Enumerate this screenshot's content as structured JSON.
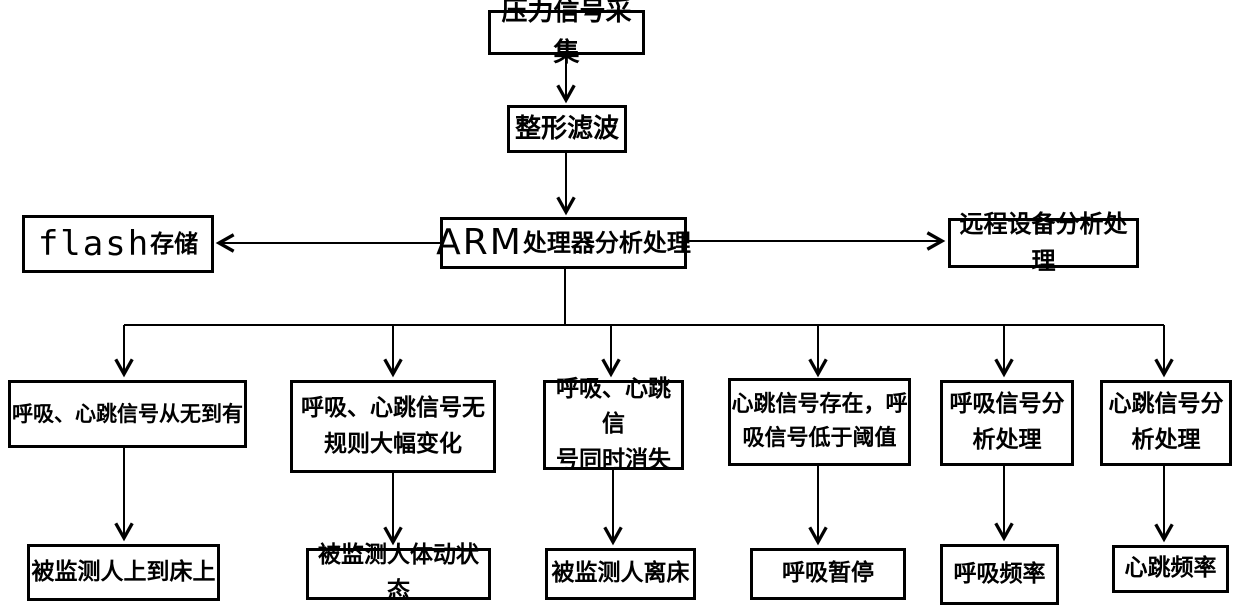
{
  "colors": {
    "background": "#ffffff",
    "line": "#000000",
    "box_border": "#000000",
    "text": "#000000"
  },
  "nodes": {
    "pressure": {
      "label": "压力信号采集"
    },
    "filter": {
      "label": "整形滤波"
    },
    "arm": {
      "latin": "ARM",
      "cn": "处理器分析处理"
    },
    "flash": {
      "latin": "flash",
      "cn": "存储"
    },
    "remote": {
      "label": "远程设备分析处理"
    },
    "signal_appear": {
      "label": "呼吸、心跳信号从无到有"
    },
    "irregular_change": {
      "line1": "呼吸、心跳信号无",
      "line2": "规则大幅变化"
    },
    "signal_disappear": {
      "line1": "呼吸、心跳信",
      "line2": "号同时消失"
    },
    "breath_low": {
      "line1": "心跳信号存在，呼",
      "line2": "吸信号低于阈值"
    },
    "breath_analysis": {
      "line1": "呼吸信号分",
      "line2": "析处理"
    },
    "heart_analysis": {
      "line1": "心跳信号分",
      "line2": "析处理"
    },
    "person_on_bed": {
      "label": "被监测人上到床上"
    },
    "body_movement": {
      "label": "被监测人体动状态"
    },
    "person_off_bed": {
      "label": "被监测人离床"
    },
    "apnea": {
      "label": "呼吸暂停"
    },
    "breath_rate": {
      "label": "呼吸频率"
    },
    "heart_rate": {
      "label": "心跳频率"
    }
  }
}
